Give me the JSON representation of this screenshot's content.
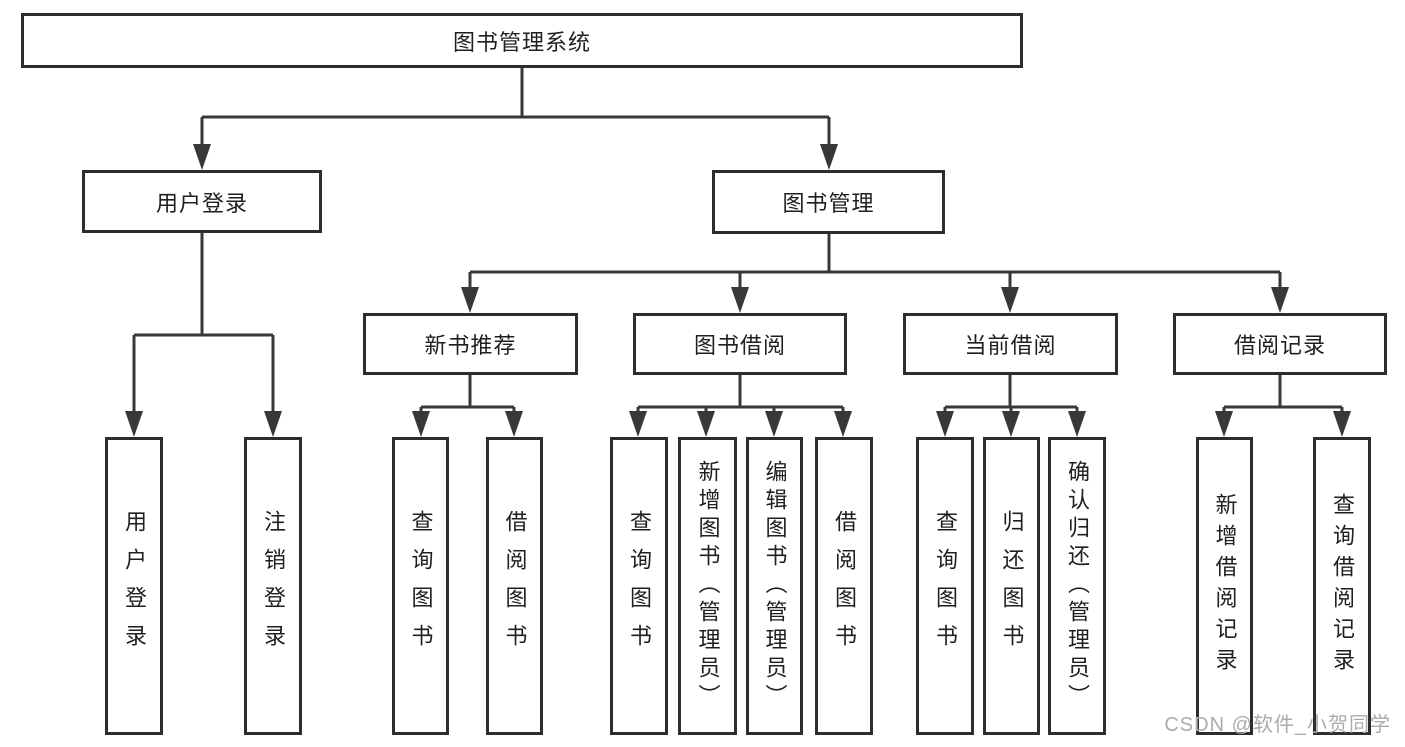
{
  "colors": {
    "line": "#383838",
    "box_border": "#2d2d2d",
    "box_fill": "#ffffff",
    "text": "#1f1f1f",
    "watermark": "#ababab",
    "background": "#ffffff"
  },
  "diagram": {
    "root": "图书管理系统",
    "level2": [
      "用户登录",
      "图书管理"
    ],
    "level3": [
      "新书推荐",
      "图书借阅",
      "当前借阅",
      "借阅记录"
    ],
    "leaves": {
      "user_login": [
        "用户登录",
        "注销登录"
      ],
      "new_books": [
        "查询图书",
        "借阅图书"
      ],
      "book_borrow": [
        "查询图书",
        "新增图书（管理员）",
        "编辑图书（管理员）",
        "借阅图书"
      ],
      "current_borrow": [
        "查询图书",
        "归还图书",
        "确认归还（管理员）"
      ],
      "borrow_records": [
        "新增借阅记录",
        "查询借阅记录"
      ]
    }
  },
  "watermark": "CSDN @软件_小贺同学"
}
